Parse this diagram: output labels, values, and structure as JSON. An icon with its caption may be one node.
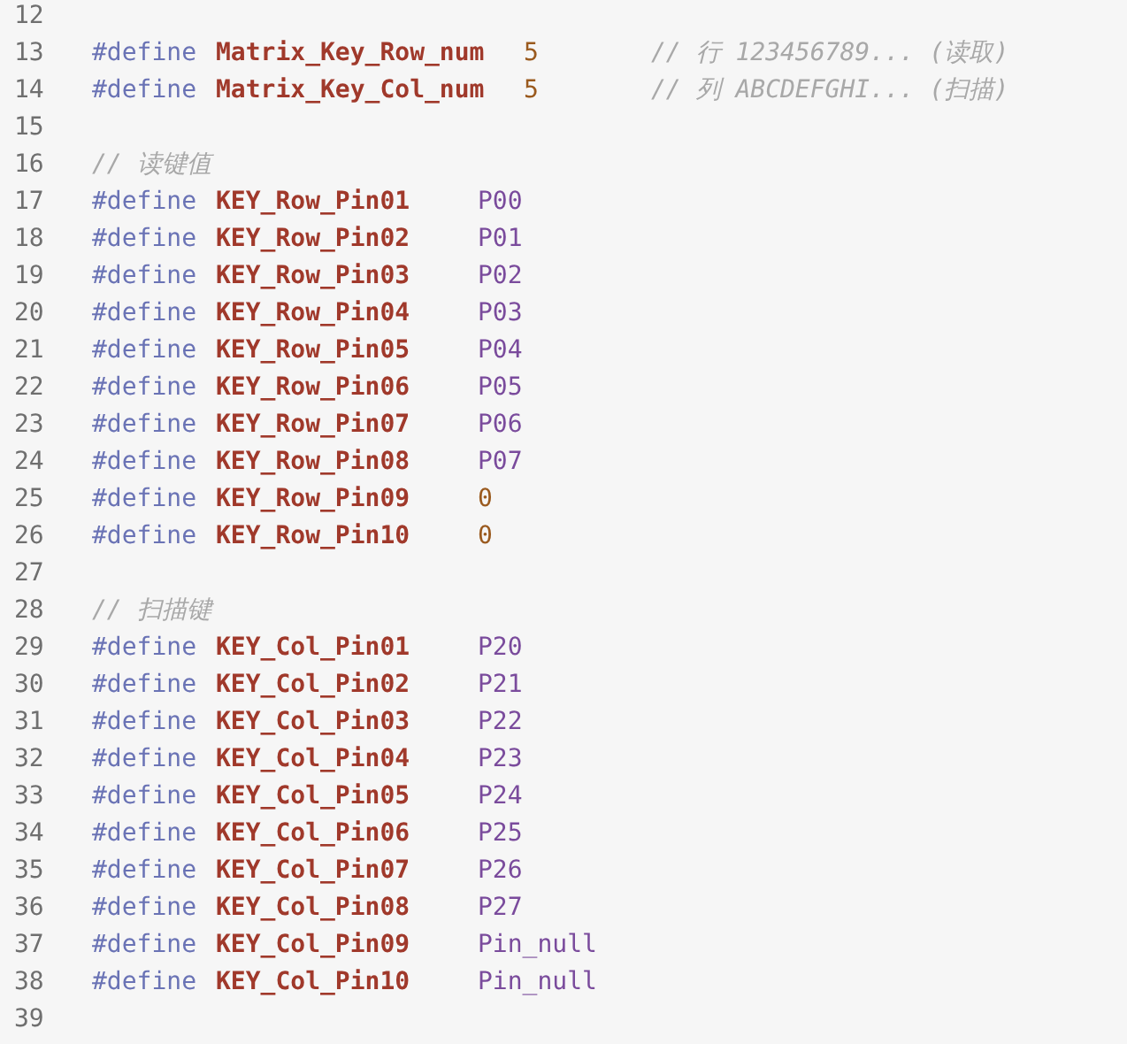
{
  "diagram": {
    "labels": [
      "12",
      "13",
      "#define",
      "Matrix_Key_Row_num",
      "5",
      "// 行 123456789... (读取)",
      "14",
      "#define",
      "Matrix_Key_Col_num",
      "5",
      "// 列 ABCDEFGHI... (扫描)",
      "15",
      "16",
      "// 读键值",
      "17",
      "#define",
      "KEY_Row_Pin01",
      "P00",
      "18",
      "#define",
      "KEY_Row_Pin02",
      "P01",
      "19",
      "#define",
      "KEY_Row_Pin03",
      "P02",
      "20",
      "#define",
      "KEY_Row_Pin04",
      "P03",
      "21",
      "#define",
      "KEY_Row_Pin05",
      "P04",
      "22",
      "#define",
      "KEY_Row_Pin06",
      "P05",
      "23",
      "#define",
      "KEY_Row_Pin07",
      "P06",
      "24",
      "#define",
      "KEY_Row_Pin08",
      "P07",
      "25",
      "#define",
      "KEY_Row_Pin09",
      "0",
      "26",
      "#define",
      "KEY_Row_Pin10",
      "0",
      "27",
      "28",
      "// 扫描键",
      "29",
      "#define",
      "KEY_Col_Pin01",
      "P20",
      "30",
      "#define",
      "KEY_Col_Pin02",
      "P21",
      "31",
      "#define",
      "KEY_Col_Pin03",
      "P22",
      "32",
      "#define",
      "KEY_Col_Pin04",
      "P23",
      "33",
      "#define",
      "KEY_Col_Pin05",
      "P24",
      "34",
      "#define",
      "KEY_Col_Pin06",
      "P25",
      "35",
      "#define",
      "KEY_Col_Pin07",
      "P26",
      "36",
      "#define",
      "KEY_Col_Pin08",
      "P27",
      "37",
      "#define",
      "KEY_Col_Pin09",
      "Pin_null",
      "38",
      "#define",
      "KEY_Col_Pin10",
      "Pin_null",
      "39"
    ]
  }
}
